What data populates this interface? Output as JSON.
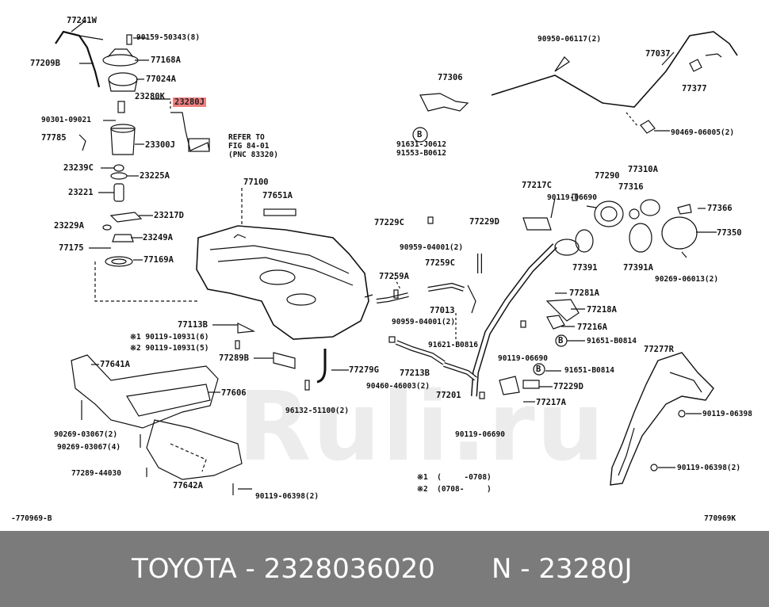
{
  "labels": {
    "p77241W": "77241W",
    "p90159": "90159-50343(8)",
    "p77209B": "77209B",
    "p77168A": "77168A",
    "p77024A": "77024A",
    "p23280K": "23280K",
    "p23280J": "23280J",
    "p90301": "90301-09021",
    "p77785": "77785",
    "p23300J": "23300J",
    "p23239C": "23239C",
    "p23225A": "23225A",
    "p23221": "23221",
    "p23229A": "23229A",
    "p23217D": "23217D",
    "p23249A": "23249A",
    "p77175": "77175",
    "p77169A": "77169A",
    "p77100": "77100",
    "p77651A": "77651A",
    "p77113B": "77113B",
    "p90119_10931_6": "※1 90119-10931(6)",
    "p90119_10931_5": "※2 90119-10931(5)",
    "p77289B": "77289B",
    "p77279G": "77279G",
    "p77641A": "77641A",
    "p77606": "77606",
    "p96132": "96132-51100(2)",
    "p90269_30672": "90269-03067(2)",
    "p90269_30674": "90269-03067(4)",
    "p77289_44030": "77289-44030",
    "p77642A": "77642A",
    "p90119_06398_2a": "90119-06398(2)",
    "p90950": "90950-06117(2)",
    "p77037": "77037",
    "p77377": "77377",
    "p77306": "77306",
    "p91631": "91631-J0612",
    "p91553": "91553-B0612",
    "p90469": "90469-06005(2)",
    "p77217C": "77217C",
    "p90119_06690a": "90119-06690",
    "p77290": "77290",
    "p77310A": "77310A",
    "p77316": "77316",
    "p77366": "77366",
    "p77229C": "77229C",
    "p77229D_top": "77229D",
    "p77350": "77350",
    "p90959_2a": "90959-04001(2)",
    "p77259C": "77259C",
    "p77391": "77391",
    "p77391A": "77391A",
    "p90269_06013": "90269-06013(2)",
    "p77259A": "77259A",
    "p77013": "77013",
    "p90959_2b": "90959-04001(2)",
    "p77281A": "77281A",
    "p77218A": "77218A",
    "p77216A": "77216A",
    "p91621": "91621-B0816",
    "p91651a": "91651-B0814",
    "p90119_06690b": "90119-06690",
    "p77213B": "77213B",
    "p91651b": "91651-B0814",
    "p77277R": "77277R",
    "p90460": "90460-46003(2)",
    "p77201": "77201",
    "p77229D": "77229D",
    "p77217A": "77217A",
    "p90119_06398_b": "90119-06398",
    "p90119_06690c": "90119-06690",
    "p90119_06398_2b": "90119-06398(2)",
    "note1": "※1  (     -0708)",
    "note2": "※2  (0708-     )",
    "code_left": "-770969-B",
    "code_right": "770969K",
    "refer": "REFER TO\nFIG 84-01\n(PNC 83320)",
    "circleB1": "B",
    "circleB2": "B",
    "circleB3": "B"
  },
  "watermark": "Ruli.ru",
  "footer": {
    "brand_part": "TOYOTA - 2328036020",
    "ref": "N - 23280J"
  },
  "colors": {
    "highlight": "#f08080",
    "footer_bg": "#7b7b7b"
  }
}
